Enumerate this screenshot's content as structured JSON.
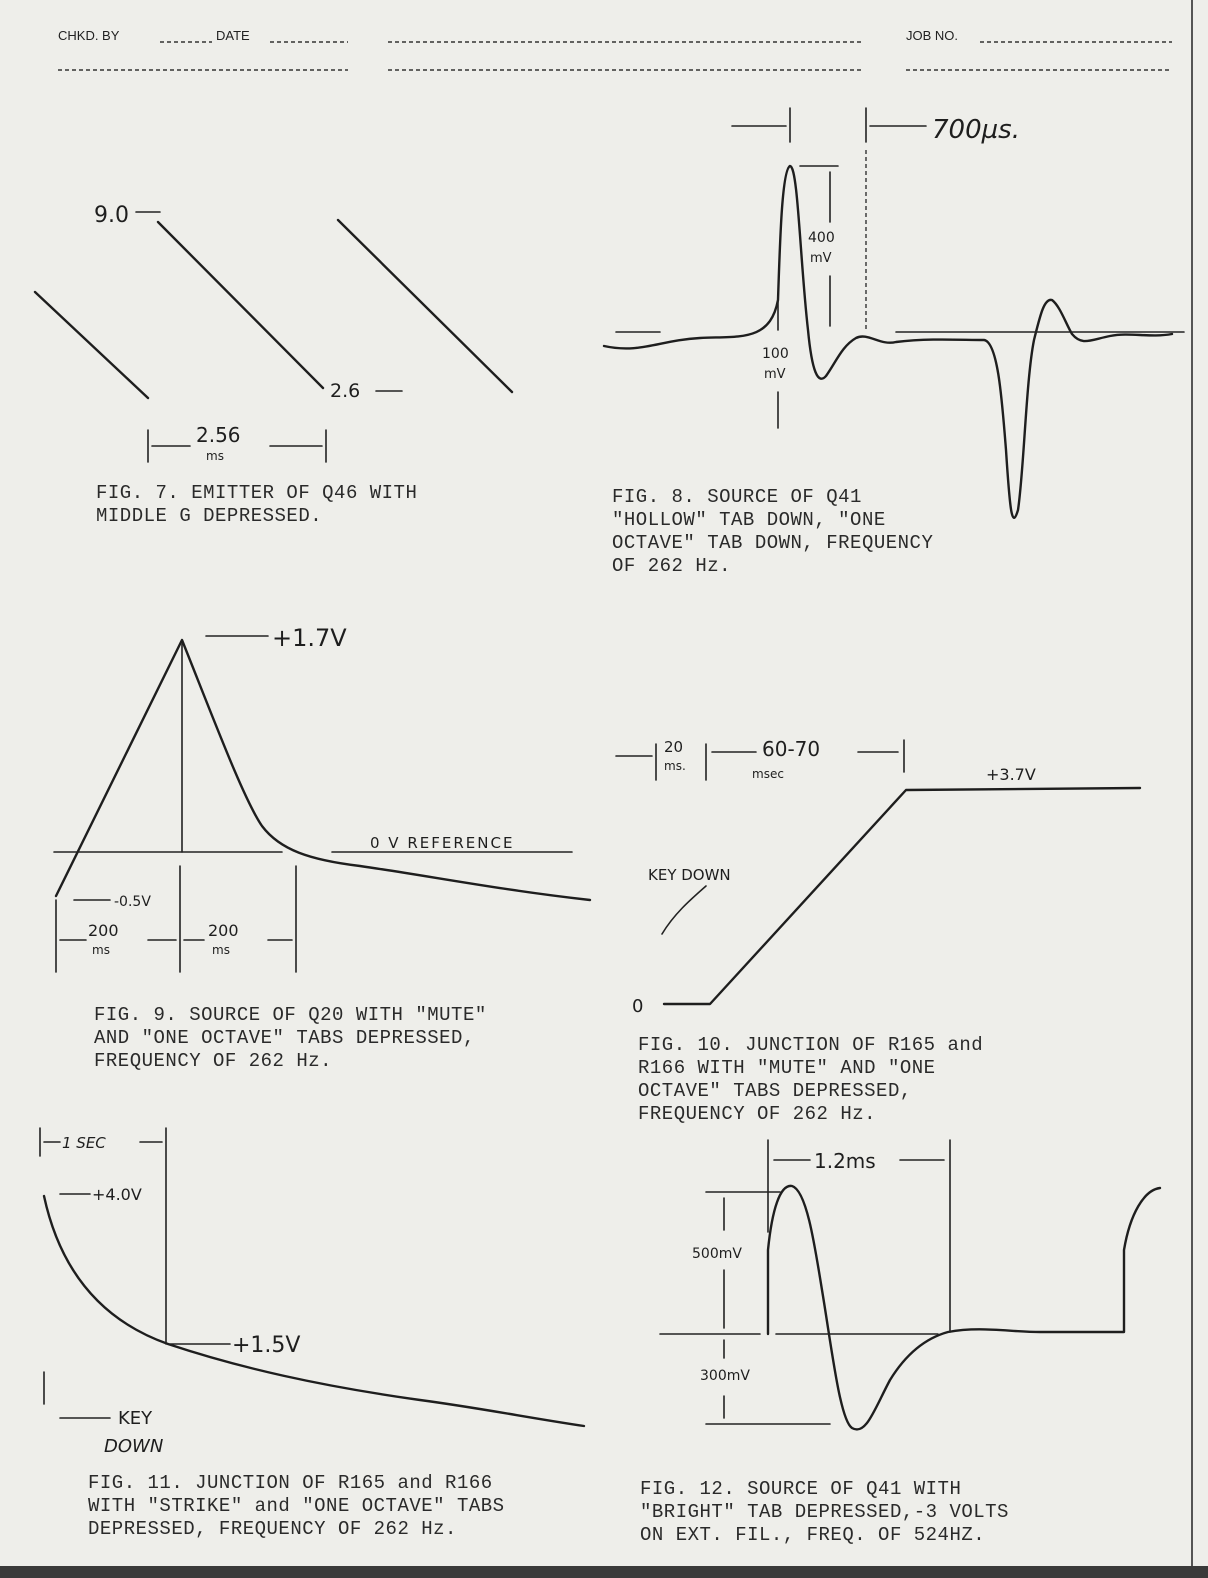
{
  "header": {
    "checked_by_label": "CHKD. BY",
    "date_label": "DATE",
    "job_no_label": "JOB NO."
  },
  "fig7": {
    "top_label": "9.0",
    "bottom_label": "2.6",
    "period_value": "2.56",
    "period_unit": "ms",
    "caption": "FIG. 7. EMITTER OF Q46 WITH\nMIDDLE G DEPRESSED."
  },
  "fig8": {
    "timing_label": "700µs.",
    "peak_value": "400",
    "peak_unit": "mV",
    "trough_value": "100",
    "trough_unit": "mV",
    "caption": "FIG. 8. SOURCE OF Q41\n\"HOLLOW\" TAB DOWN, \"ONE\nOCTAVE\" TAB DOWN, FREQUENCY\nOF 262 Hz."
  },
  "fig9": {
    "peak_label": "+1.7V",
    "reference_label": "0 V REFERENCE",
    "neg_label": "-0.5V",
    "rise_value": "200",
    "rise_unit": "ms",
    "fall_value": "200",
    "fall_unit": "ms",
    "caption": "FIG. 9. SOURCE OF Q20 WITH \"MUTE\"\nAND \"ONE OCTAVE\" TABS DEPRESSED,\nFREQUENCY OF 262 Hz."
  },
  "fig10": {
    "delay_value": "20",
    "delay_unit": "ms.",
    "ramp_value": "60-70",
    "ramp_unit": "msec",
    "level_label": "+3.7V",
    "key_down_label": "KEY DOWN",
    "zero_label": "0",
    "caption": "FIG. 10. JUNCTION OF R165 and\nR166 WITH \"MUTE\" AND \"ONE\nOCTAVE\" TABS DEPRESSED,\nFREQUENCY OF 262 Hz."
  },
  "fig11": {
    "time_label": "1 SEC",
    "start_label": "+4.0V",
    "end_label": "+1.5V",
    "key_label": "KEY",
    "down_label": "DOWN",
    "caption": "FIG. 11. JUNCTION OF R165 and R166\nWITH \"STRIKE\" and \"ONE OCTAVE\" TABS\nDEPRESSED, FREQUENCY OF 262 Hz."
  },
  "fig12": {
    "period_label": "1.2ms",
    "peak_label": "500mV",
    "trough_label": "300mV",
    "caption": "FIG. 12. SOURCE OF Q41 WITH\n\"BRIGHT\" TAB DEPRESSED,-3 VOLTS\nON EXT. FIL., FREQ. OF 524HZ."
  }
}
